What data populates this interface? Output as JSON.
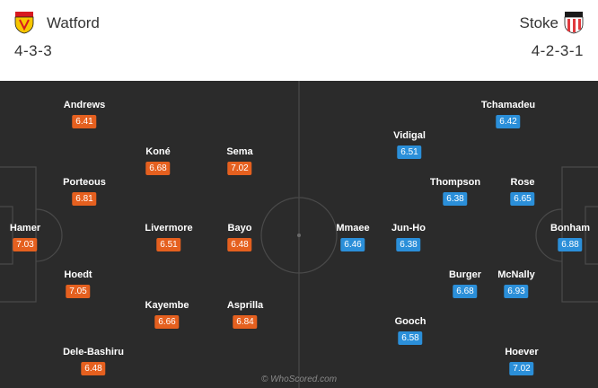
{
  "home": {
    "name": "Watford",
    "formation": "4-3-3",
    "crest_icon": "watford-crest-icon",
    "rating_color": "#e5601f",
    "players": [
      {
        "name": "Andrews",
        "rating": "6.41"
      },
      {
        "name": "Koné",
        "rating": "6.68"
      },
      {
        "name": "Sema",
        "rating": "7.02"
      },
      {
        "name": "Porteous",
        "rating": "6.81"
      },
      {
        "name": "Hamer",
        "rating": "7.03"
      },
      {
        "name": "Livermore",
        "rating": "6.51"
      },
      {
        "name": "Bayo",
        "rating": "6.48"
      },
      {
        "name": "Hoedt",
        "rating": "7.05"
      },
      {
        "name": "Kayembe",
        "rating": "6.66"
      },
      {
        "name": "Asprilla",
        "rating": "6.84"
      },
      {
        "name": "Dele-Bashiru",
        "rating": "6.48"
      }
    ]
  },
  "away": {
    "name": "Stoke",
    "formation": "4-2-3-1",
    "crest_icon": "stoke-crest-icon",
    "rating_color": "#2b8fd9",
    "players": [
      {
        "name": "Tchamadeu",
        "rating": "6.42"
      },
      {
        "name": "Vidigal",
        "rating": "6.51"
      },
      {
        "name": "Thompson",
        "rating": "6.38"
      },
      {
        "name": "Rose",
        "rating": "6.65"
      },
      {
        "name": "Mmaee",
        "rating": "6.46"
      },
      {
        "name": "Jun-Ho",
        "rating": "6.38"
      },
      {
        "name": "Bonham",
        "rating": "6.88"
      },
      {
        "name": "Burger",
        "rating": "6.68"
      },
      {
        "name": "McNally",
        "rating": "6.93"
      },
      {
        "name": "Gooch",
        "rating": "6.58"
      },
      {
        "name": "Hoever",
        "rating": "7.02"
      }
    ]
  },
  "pitch_color": "#2b2b2b",
  "watermark": "© WhoScored.com"
}
